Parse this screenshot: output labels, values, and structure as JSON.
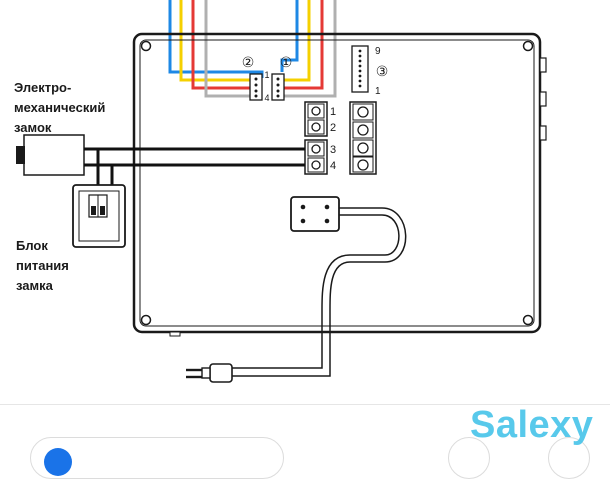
{
  "labels": {
    "lock": [
      "Электро-",
      "механический",
      "замок"
    ],
    "power": [
      "Блок",
      "питания",
      "замка"
    ]
  },
  "connectors": {
    "circle_2": "②",
    "circle_1": "①",
    "circle_3": "③",
    "pin_1": "1",
    "pin_4": "4",
    "strip_9": "9",
    "strip_1": "1"
  },
  "terminals": {
    "t1": "1",
    "t2": "2",
    "t3": "3",
    "t4": "4"
  },
  "watermark": "Salexy",
  "colors": {
    "wire_red": "#e53935",
    "wire_yellow": "#f5d000",
    "wire_blue": "#1e88e5",
    "wire_gray": "#b0b0b0",
    "wire_black": "#111111",
    "brand": "#3cc0e8"
  }
}
